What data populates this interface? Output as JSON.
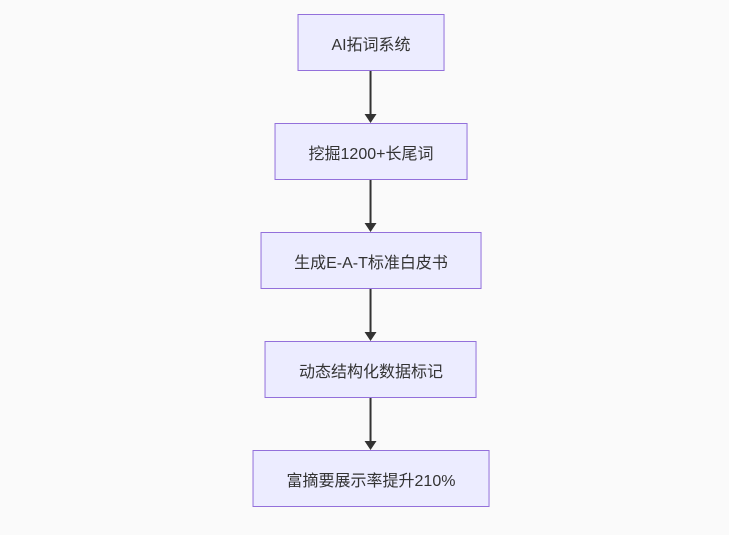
{
  "page": {
    "background_color": "#fafafa"
  },
  "diagram": {
    "type": "flowchart",
    "direction": "top-down",
    "node_fill_color": "#ECECFF",
    "node_border_color": "#9370DB",
    "text_color": "#333333",
    "arrow_color": "#333333",
    "nodes": [
      {
        "id": "n1",
        "label": "AI拓词系统"
      },
      {
        "id": "n2",
        "label": "挖掘1200+长尾词"
      },
      {
        "id": "n3",
        "label": "生成E-A-T标准白皮书"
      },
      {
        "id": "n4",
        "label": "动态结构化数据标记"
      },
      {
        "id": "n5",
        "label": "富摘要展示率提升210%"
      }
    ],
    "edges": [
      {
        "from": "n1",
        "to": "n2"
      },
      {
        "from": "n2",
        "to": "n3"
      },
      {
        "from": "n3",
        "to": "n4"
      },
      {
        "from": "n4",
        "to": "n5"
      }
    ]
  }
}
